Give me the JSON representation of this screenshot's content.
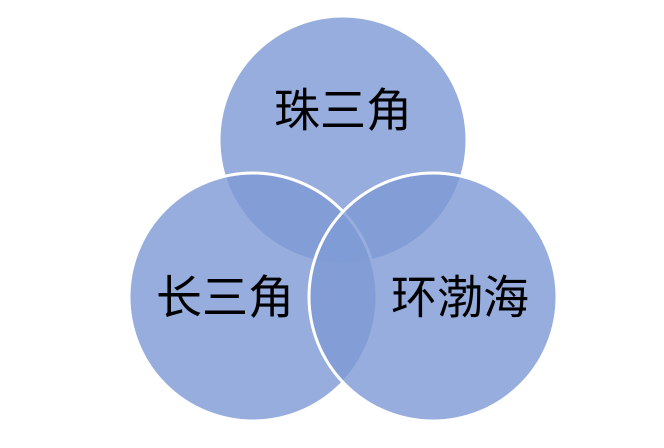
{
  "diagram": {
    "type": "venn",
    "sets": [
      {
        "id": "top",
        "label": "珠三角"
      },
      {
        "id": "left",
        "label": "长三角"
      },
      {
        "id": "right",
        "label": "环渤海"
      }
    ],
    "colors": {
      "circle_fill": "#7f9bd6",
      "circle_opacity": 0.82,
      "circle_stroke": "#ffffff",
      "background": "#ffffff"
    }
  }
}
